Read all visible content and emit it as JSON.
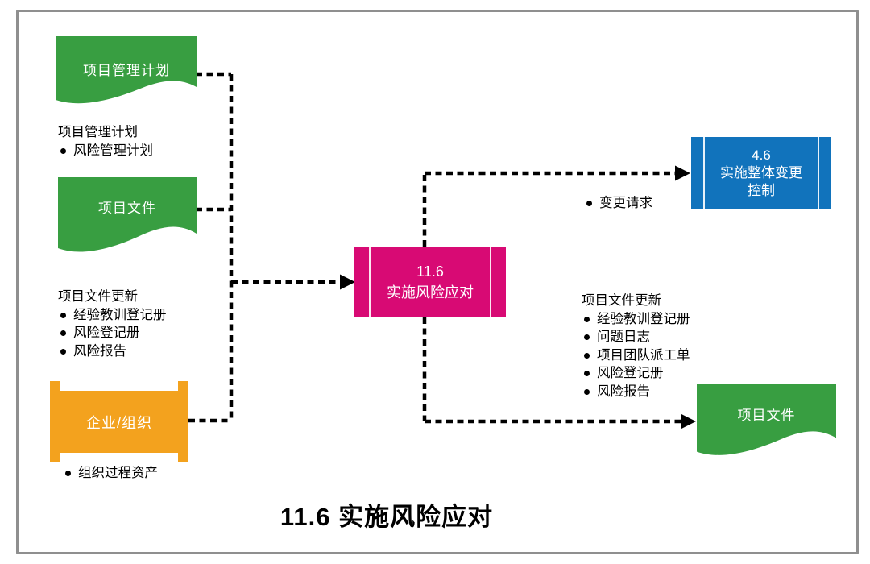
{
  "title": "11.6 实施风险应对",
  "colors": {
    "green": "#389E41",
    "magenta": "#D80A74",
    "blue": "#1173BC",
    "orange": "#F3A21E",
    "connector": "#000000",
    "frame_border": "#8f8f8f"
  },
  "inputs": {
    "pmp_shape_label": "项目管理计划",
    "pmp_note": {
      "heading": "项目管理计划",
      "items": [
        "风险管理计划"
      ]
    },
    "docs_shape_label": "项目文件",
    "docs_note": {
      "heading": "项目文件更新",
      "items": [
        "经验教训登记册",
        "风险登记册",
        "风险报告"
      ]
    },
    "org_shape_label": "企业/组织",
    "org_note": {
      "items": [
        "组织过程资产"
      ]
    }
  },
  "process": {
    "number": "11.6",
    "name": "实施风险应对"
  },
  "outputs": {
    "change_note": {
      "items": [
        "变更请求"
      ]
    },
    "icc_box": {
      "number": "4.6",
      "name_line1": "实施整体变更",
      "name_line2": "控制"
    },
    "docs_note": {
      "heading": "项目文件更新",
      "items": [
        "经验教训登记册",
        "问题日志",
        "项目团队派工单",
        "风险登记册",
        "风险报告"
      ]
    },
    "docs_shape_label": "项目文件"
  }
}
